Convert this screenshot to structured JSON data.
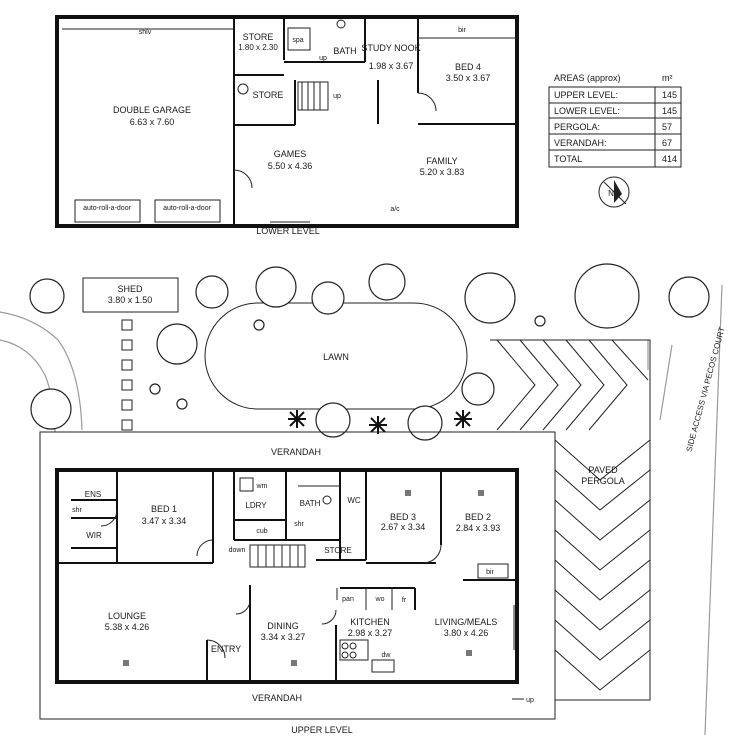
{
  "lower_level": {
    "title": "LOWER LEVEL",
    "rooms": [
      {
        "name": "DOUBLE GARAGE",
        "size": "6.63 x 7.60"
      },
      {
        "name": "STORE",
        "size": "1.80 x 2.30"
      },
      {
        "name": "BATH"
      },
      {
        "name": "STUDY NOOK",
        "size": "1.98 x 3.67"
      },
      {
        "name": "BED 4",
        "size": "3.50 x 3.67"
      },
      {
        "name": "STORE"
      },
      {
        "name": "GAMES",
        "size": "5.50 x 4.36"
      },
      {
        "name": "FAMILY",
        "size": "5.20 x 3.83"
      }
    ],
    "labels": {
      "shlv": "shlv",
      "spa": "spa",
      "bir": "bir",
      "up1": "up",
      "up2": "up",
      "ac": "a/c",
      "door1": "auto-roll-a-door",
      "door2": "auto-roll-a-door"
    }
  },
  "areas": {
    "title": "AREAS (approx)",
    "unit": "m²",
    "rows": [
      {
        "label": "UPPER LEVEL:",
        "value": "145"
      },
      {
        "label": "LOWER LEVEL:",
        "value": "145"
      },
      {
        "label": "PERGOLA:",
        "value": "57"
      },
      {
        "label": "VERANDAH:",
        "value": "67"
      }
    ],
    "total": {
      "label": "TOTAL",
      "value": "414"
    }
  },
  "compass": {
    "letter": "N"
  },
  "site": {
    "shed": {
      "name": "SHED",
      "size": "3.80 x 1.50"
    },
    "lawn": "LAWN",
    "side_access": "SIDE ACCESS VIA PECOS COURT",
    "paved_pergola": "PAVED PERGOLA",
    "verandah_top": "VERANDAH"
  },
  "upper_level": {
    "title": "UPPER LEVEL",
    "rooms": [
      {
        "name": "ENS"
      },
      {
        "name": "BED 1",
        "size": "3.47 x 3.34"
      },
      {
        "name": "WIR"
      },
      {
        "name": "LDRY"
      },
      {
        "name": "BATH"
      },
      {
        "name": "WC"
      },
      {
        "name": "BED 3",
        "size": "2.67 x 3.34"
      },
      {
        "name": "BED 2",
        "size": "2.84 x 3.93"
      },
      {
        "name": "STORE"
      },
      {
        "name": "LOUNGE",
        "size": "5.38 x 4.26"
      },
      {
        "name": "DINING",
        "size": "3.34 x 3.27"
      },
      {
        "name": "KITCHEN",
        "size": "2.98 x 3.27"
      },
      {
        "name": "LIVING/MEALS",
        "size": "3.80 x 4.26"
      },
      {
        "name": "ENTRY"
      }
    ],
    "labels": {
      "shr1": "shr",
      "shr2": "shr",
      "wm": "wm",
      "cub": "cub",
      "down": "down",
      "bir": "bir",
      "pan": "pan",
      "wo": "wo",
      "fr": "fr",
      "dw": "dw",
      "up": "up",
      "verandah_bottom": "VERANDAH"
    }
  }
}
